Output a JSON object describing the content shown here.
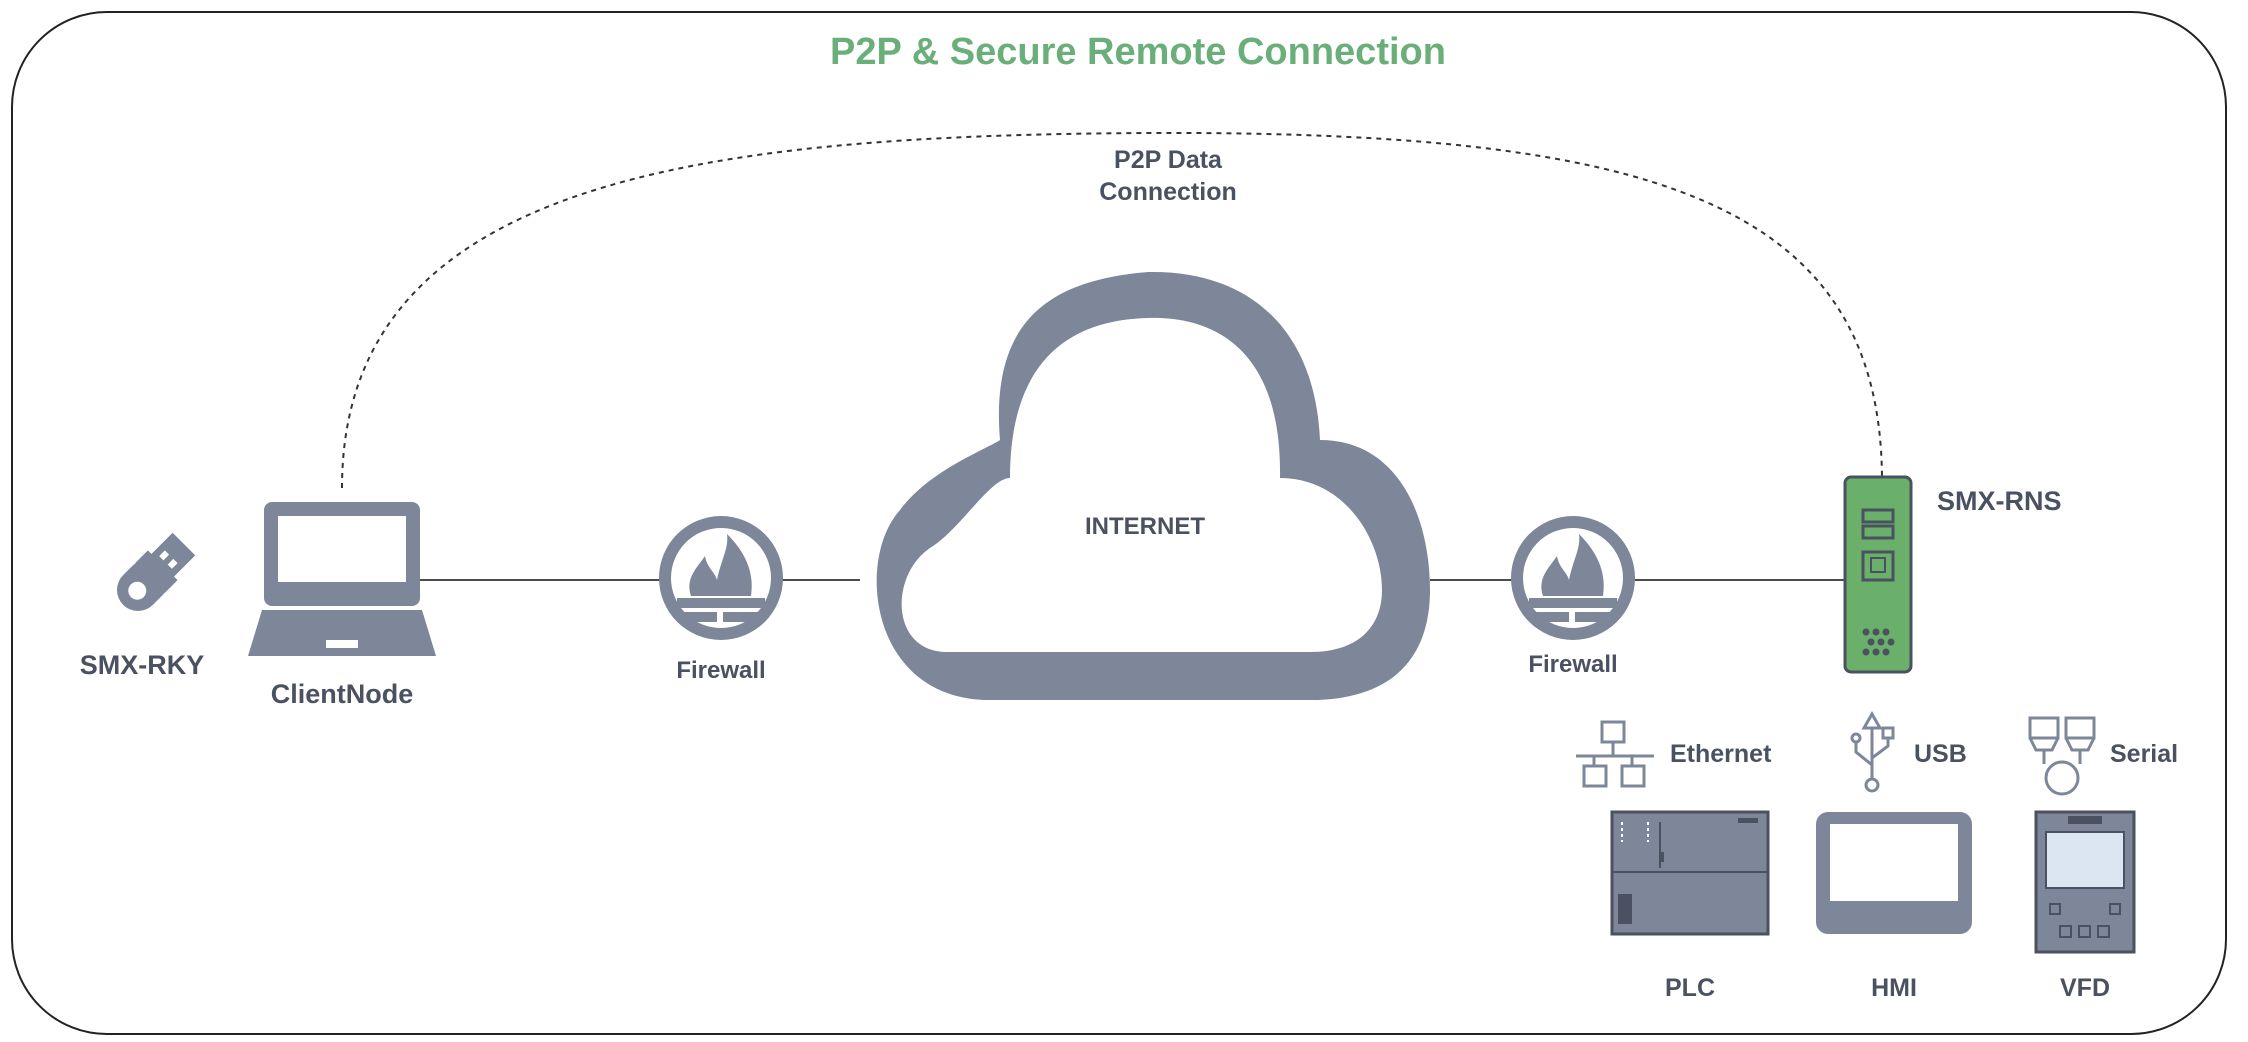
{
  "title": "P2P & Secure Remote Connection",
  "colors": {
    "title": "#6aaf7a",
    "icon": "#7d8799",
    "device_green": "#6aaf6a",
    "label": "#4a5160",
    "line": "#333333",
    "frame": "#222222"
  },
  "p2p_link": {
    "line1": "P2P Data",
    "line2": "Connection"
  },
  "cloud": {
    "label": "INTERNET",
    "icon": "cloud-icon"
  },
  "client_side": {
    "key": {
      "label": "SMX-RKY",
      "icon": "usb-key-icon"
    },
    "laptop": {
      "label": "ClientNode",
      "icon": "laptop-icon"
    },
    "firewall": {
      "label": "Firewall",
      "icon": "firewall-icon"
    }
  },
  "remote_side": {
    "firewall": {
      "label": "Firewall",
      "icon": "firewall-icon"
    },
    "gateway": {
      "label": "SMX-RNS",
      "icon": "gateway-device-icon"
    },
    "interfaces": [
      {
        "label": "Ethernet",
        "icon": "ethernet-network-icon"
      },
      {
        "label": "USB",
        "icon": "usb-icon"
      },
      {
        "label": "Serial",
        "icon": "serial-port-icon"
      }
    ],
    "devices": [
      {
        "label": "PLC",
        "icon": "plc-icon"
      },
      {
        "label": "HMI",
        "icon": "hmi-icon"
      },
      {
        "label": "VFD",
        "icon": "vfd-icon"
      }
    ]
  }
}
